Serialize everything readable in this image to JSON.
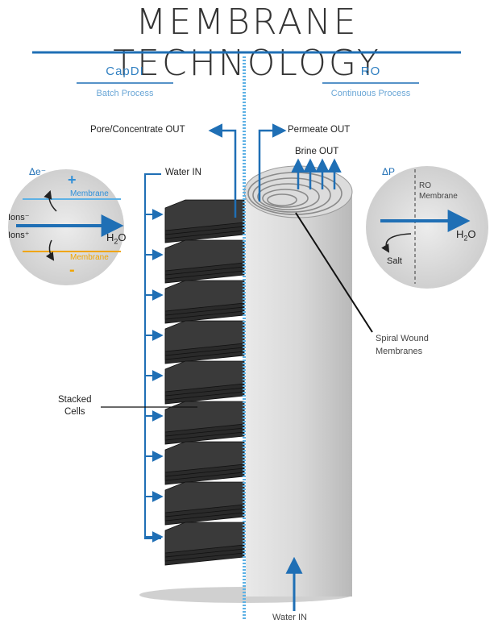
{
  "title": "MEMBRANE TECHNOLOGY",
  "left": {
    "name": "CapDI",
    "mode": "Batch Process"
  },
  "right": {
    "name": "RO",
    "mode": "Continuous Process"
  },
  "labels": {
    "pore_out": "Pore/Concentrate OUT",
    "permeate_out": "Permeate OUT",
    "brine_out": "Brine OUT",
    "water_in_top": "Water IN",
    "water_in_bottom": "Water IN",
    "stacked_cells": [
      "Stacked",
      "Cells"
    ],
    "spiral_wound": [
      "Spiral Wound",
      "Membranes"
    ]
  },
  "capdi_circle": {
    "delta": "Δe⁻",
    "plus": "+",
    "minus": "-",
    "membrane_top": "Membrane",
    "membrane_bottom": "Membrane",
    "ions_minus": "Ions⁻",
    "ions_plus": "Ions⁺",
    "h2o": "H",
    "h2o_sub": "2",
    "h2o_o": "O"
  },
  "ro_circle": {
    "delta": "ΔP",
    "ro_label": "RO",
    "membrane": "Membrane",
    "h2o": "H",
    "h2o_sub": "2",
    "h2o_o": "O",
    "salt": "Salt"
  },
  "colors": {
    "accent": "#1f6fb5",
    "yellow": "#f0a500",
    "light_blue": "#5db1e5",
    "dark": "#2a2a2a"
  }
}
